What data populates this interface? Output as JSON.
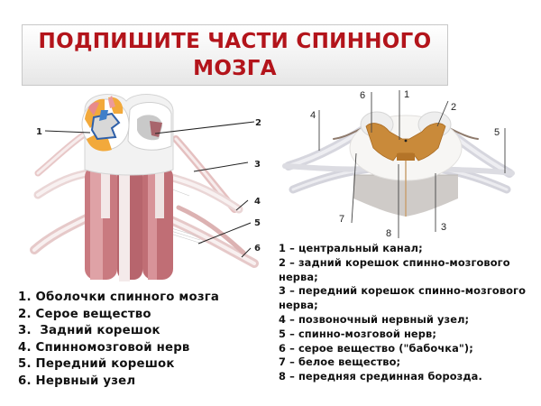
{
  "title": {
    "line1": "ПОДПИШИТЕ ЧАСТИ СПИННОГО",
    "line2": "МОЗГА",
    "color": "#b3141b"
  },
  "diagram_left": {
    "description": "3D illustration of spinal cord segment with nerve roots",
    "labels": [
      "1",
      "2",
      "3",
      "4",
      "5",
      "6"
    ]
  },
  "diagram_right": {
    "description": "Cross-section of spinal cord with gray matter butterfly",
    "labels": [
      "1",
      "2",
      "3",
      "4",
      "5",
      "6",
      "7",
      "8"
    ]
  },
  "legend_left": {
    "items": [
      "1. Оболочки спинного мозга",
      "2. Серое вещество",
      "3.  Задний корешок",
      "4. Спинномозговой нерв",
      "5. Передний корешок",
      "6. Нервный узел"
    ]
  },
  "legend_right": {
    "items": [
      "1 – центральный канал;",
      "2 – задний корешок спинно-мозгового нерва;",
      "3 – передний корешок спинно-мозгового нерва;",
      "4 – позвоночный нервный узел;",
      "5 – спинно-мозговой нерв;",
      "6 – серое вещество (\"бабочка\");",
      "7 – белое вещество;",
      "8 – передняя срединная борозда."
    ]
  },
  "colors": {
    "gray_matter_right": "#c98a3a",
    "pia_red": "#b9656b",
    "orange_tract": "#f2a93b",
    "blue_tract": "#3f7fc9"
  }
}
